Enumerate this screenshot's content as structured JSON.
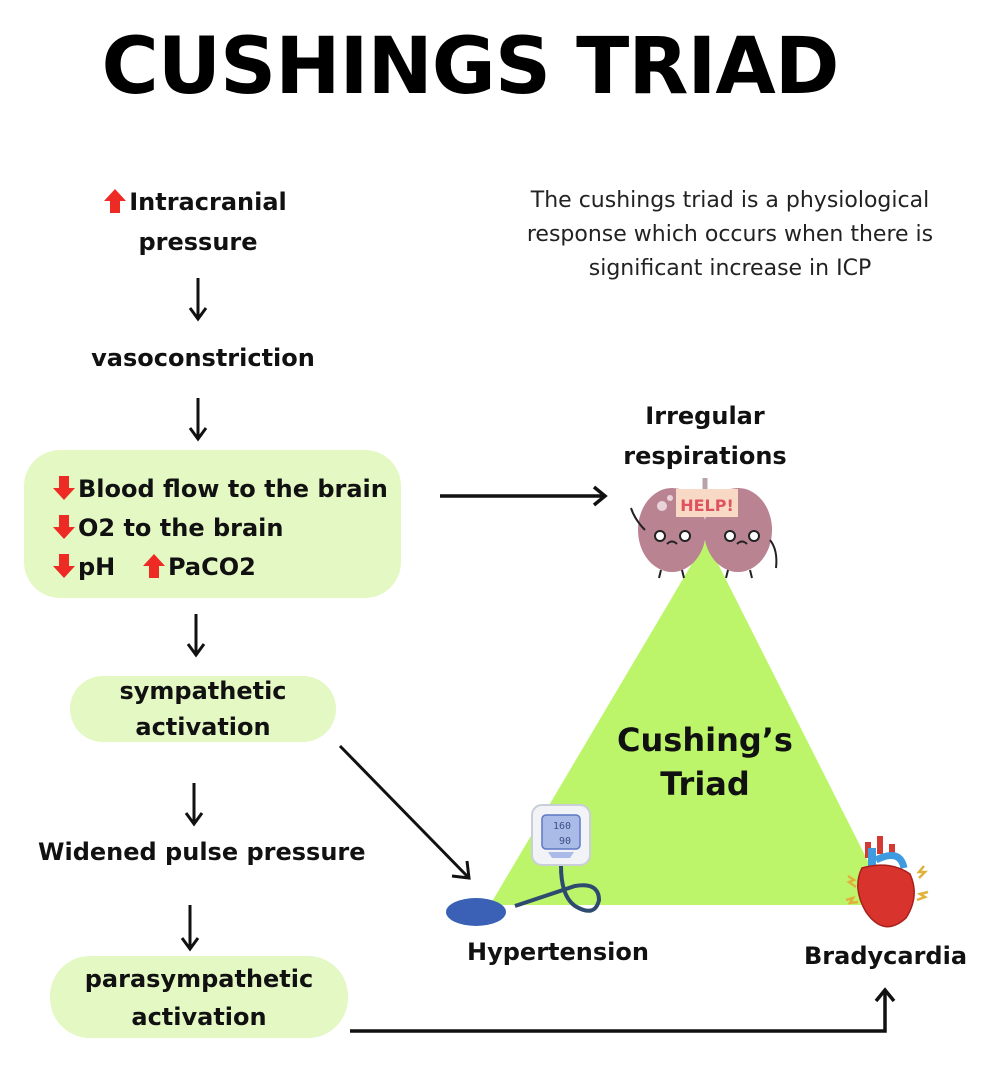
{
  "title": "CUSHINGS TRIAD",
  "description": "The cushings triad is a physiological response which occurs when there is significant increase in ICP",
  "flow": {
    "step1": {
      "line1": "Intracranial",
      "line2": "pressure",
      "indicator": "increase"
    },
    "step2": "vasoconstriction",
    "step3": {
      "items": [
        {
          "indicator": "decrease",
          "text": "Blood flow to the  brain"
        },
        {
          "indicator": "decrease",
          "text": "O2 to the brain"
        },
        {
          "indicator": "decrease",
          "text": "pH",
          "indicator2": "increase",
          "text2": "PaCO2"
        }
      ]
    },
    "step4": {
      "line1": "sympathetic",
      "line2": "activation"
    },
    "step5": "Widened pulse pressure",
    "step6": {
      "line1": "parasympathetic",
      "line2": "activation"
    }
  },
  "triad": {
    "center_line1": "Cushing’s",
    "center_line2": "Triad",
    "top": {
      "line1": "Irregular",
      "line2": "respirations",
      "icon_text": "HELP!"
    },
    "left": {
      "label": "Hypertension",
      "reading_sys": "160",
      "reading_dia": "90"
    },
    "right": {
      "label": "Bradycardia"
    }
  },
  "colors": {
    "box_fill": "#e4f8c4",
    "triangle_fill": "#bdf56a",
    "arrow_red": "#ee2a24",
    "text": "#111111"
  }
}
